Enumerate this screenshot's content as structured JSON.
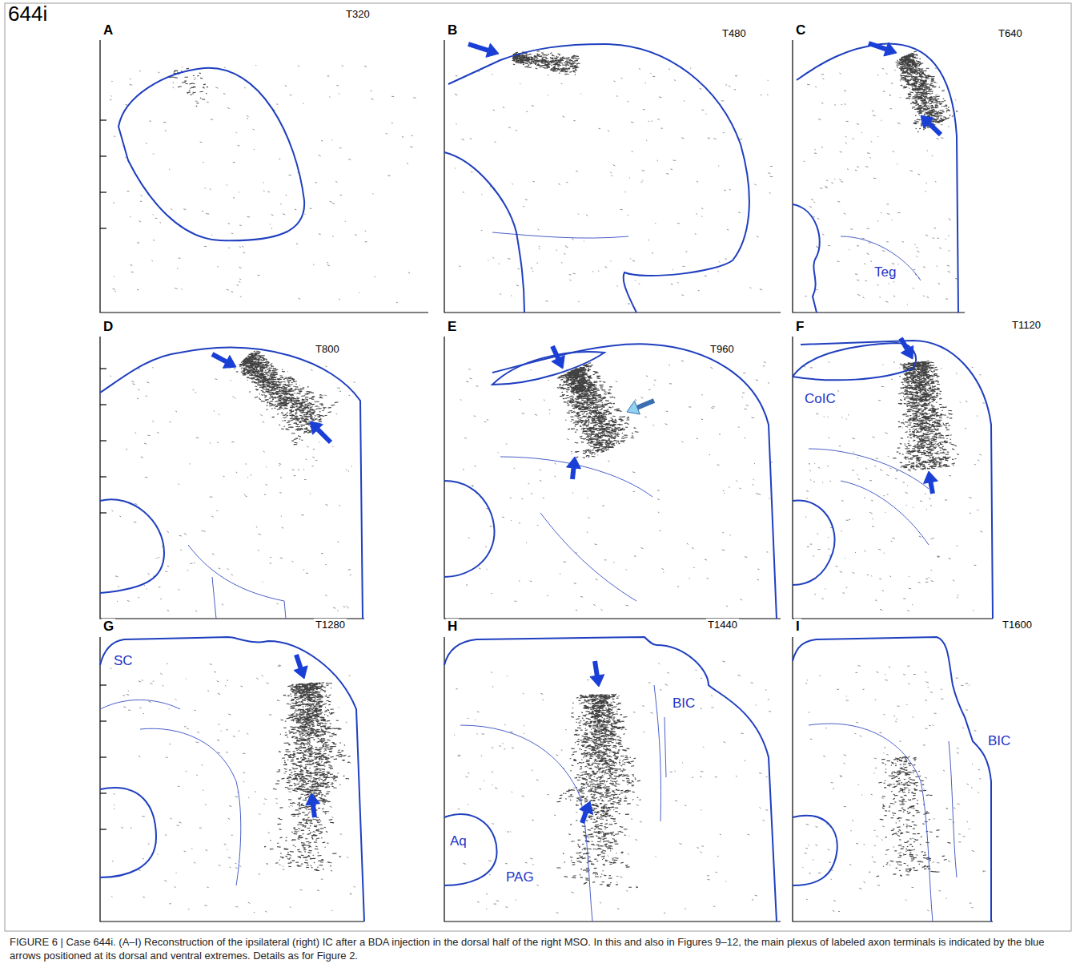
{
  "diagram": {
    "caption": "FIGURE 6 | Case 644i. (A–I) Reconstruction of the ipsilateral (right) IC after a BDA injection in the dorsal half of the right MSO. In this and also in Figures 9–12, the main plexus of labeled axon terminals is indicated by the blue arrows positioned at its dorsal and ventral extremes. Details as for Figure 2.",
    "labels": [
      "644i",
      "A",
      "T320",
      "B",
      "T480",
      "C",
      "T640",
      "Teg",
      "D",
      "T800",
      "E",
      "T960",
      "F",
      "T1120",
      "CoIC",
      "G",
      "SC",
      "T1280",
      "H",
      "T1440",
      "BIC",
      "Aq",
      "PAG",
      "I",
      "T1600",
      "BIC"
    ]
  }
}
